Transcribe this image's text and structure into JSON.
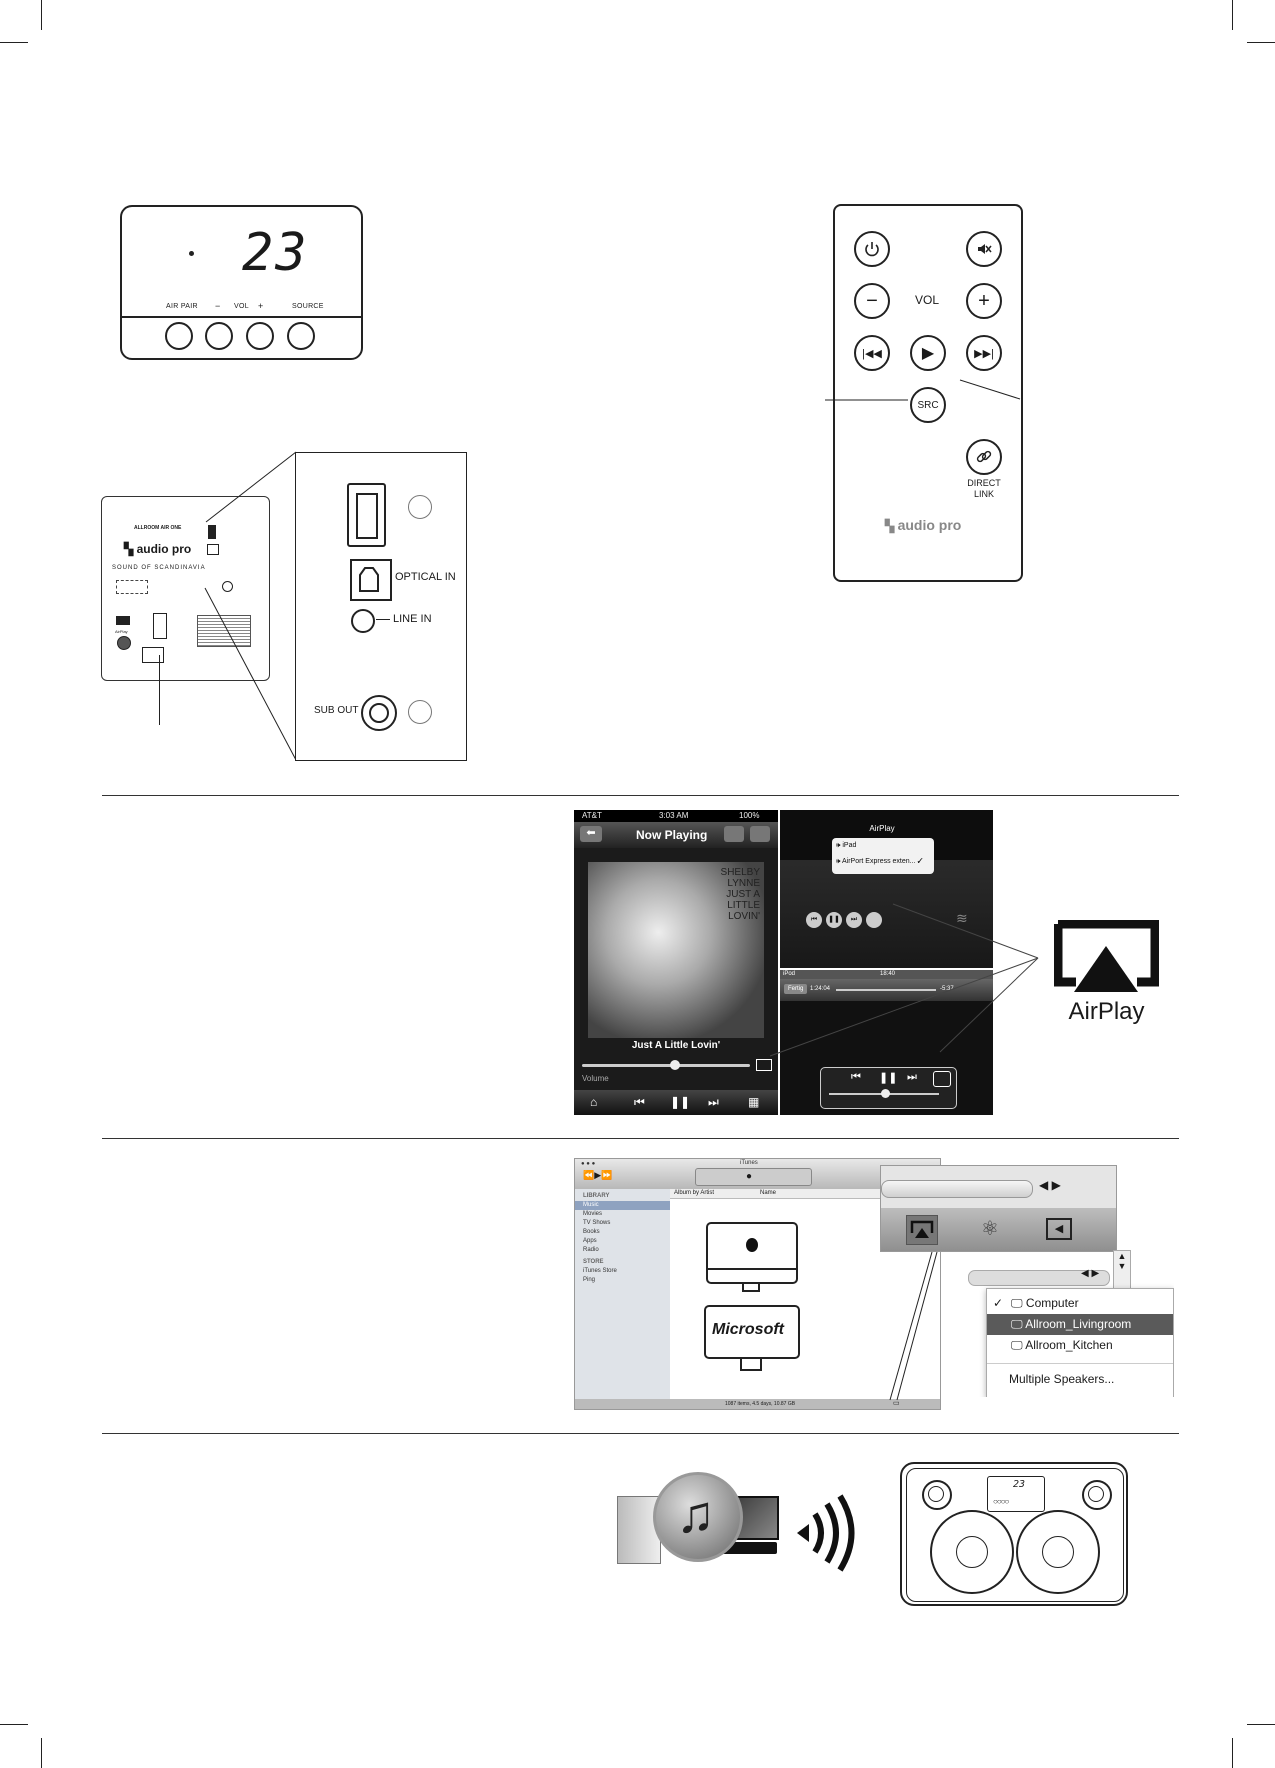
{
  "display_panel": {
    "readout": "23",
    "labels": [
      "AIR PAIR",
      "−",
      "VOL",
      "+",
      "SOURCE"
    ]
  },
  "remote": {
    "vol_label": "VOL",
    "src_label": "SRC",
    "direct_link_label": "DIRECT\nLINK",
    "brand": "audio pro"
  },
  "rear_panel": {
    "model": "ALLROOM AIR ONE",
    "brand": "audio pro",
    "tagline": "SOUND OF SCANDINAVIA",
    "airplay_label": "AirPlay"
  },
  "rear_zoom": {
    "optical_label": "OPTICAL IN",
    "line_label": "LINE IN",
    "sub_label": "SUB OUT"
  },
  "iphone": {
    "status_carrier": "AT&T",
    "status_time": "3:03 AM",
    "status_battery": "100%",
    "title": "Now Playing",
    "album_text": "SHELBY\nLYNNE\nJUST A\nLITTLE\nLOVIN'",
    "song": "Just A Little Lovin'",
    "volume_label": "Volume"
  },
  "ipad": {
    "popup_title": "AirPlay",
    "popup_items": [
      "iPad",
      "AirPort Express exten..."
    ]
  },
  "ipod": {
    "status_left": "iPod",
    "status_time": "18:40",
    "button": "Fertig",
    "elapsed": "1:24:04",
    "remaining": "-5:37"
  },
  "airplay_logo": {
    "label": "AirPlay"
  },
  "itunes": {
    "window_title": "iTunes",
    "library_header": "LIBRARY",
    "library_items": [
      "Music",
      "Movies",
      "TV Shows",
      "Books",
      "Apps",
      "Radio"
    ],
    "store_header": "STORE",
    "store_items": [
      "iTunes Store",
      "Ping"
    ],
    "col_album": "Album by Artist",
    "col_name": "Name",
    "status": "1087 items, 4.5 days, 10.87 GB",
    "ms_logo": "Microsoft"
  },
  "speaker_menu": {
    "items": [
      "Computer",
      "Allroom_Livingroom",
      "Allroom_Kitchen"
    ],
    "selected_index": 0,
    "highlighted_index": 1,
    "multiple": "Multiple Speakers..."
  },
  "speaker_display": {
    "readout": "23"
  }
}
